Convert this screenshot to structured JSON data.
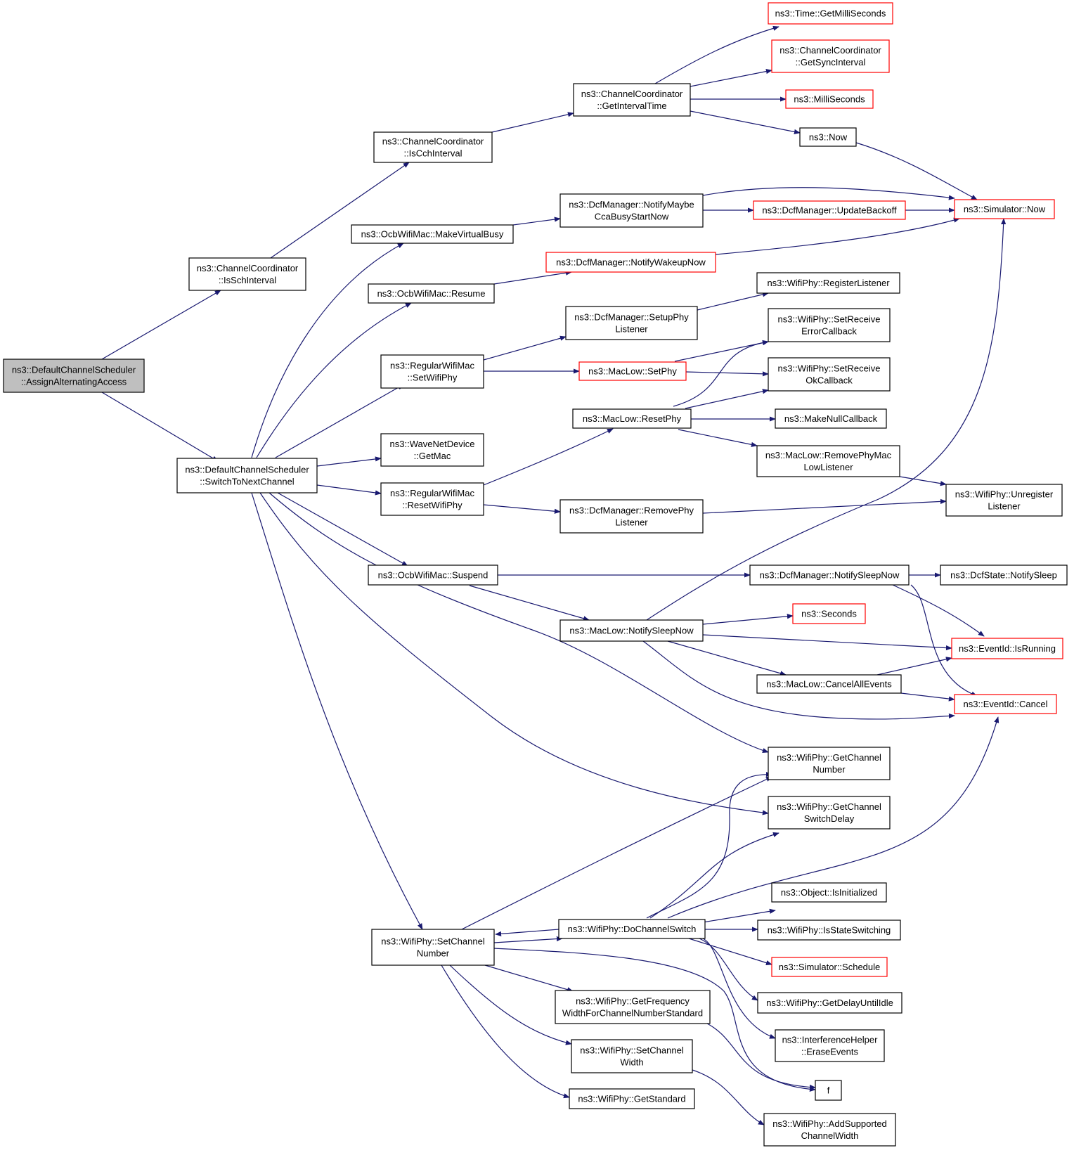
{
  "diagram": {
    "colors": {
      "edge": "#191970",
      "root_fill": "#bfbfbf",
      "border": "#000000",
      "truncated_border": "#ff0000",
      "background": "#ffffff"
    },
    "nodes": [
      {
        "id": "n0",
        "lines": [
          "ns3::DefaultChannelScheduler",
          "::AssignAlternatingAccess"
        ],
        "kind": "root"
      },
      {
        "id": "n1",
        "lines": [
          "ns3::ChannelCoordinator",
          "::IsSchInterval"
        ],
        "kind": "normal"
      },
      {
        "id": "n2",
        "lines": [
          "ns3::DefaultChannelScheduler",
          "::SwitchToNextChannel"
        ],
        "kind": "normal"
      },
      {
        "id": "n3",
        "lines": [
          "ns3::ChannelCoordinator",
          "::IsCchInterval"
        ],
        "kind": "normal"
      },
      {
        "id": "n4",
        "lines": [
          "ns3::ChannelCoordinator",
          "::GetIntervalTime"
        ],
        "kind": "normal"
      },
      {
        "id": "n5",
        "lines": [
          "ns3::Time::GetMilliSeconds"
        ],
        "kind": "truncated"
      },
      {
        "id": "n6",
        "lines": [
          "ns3::ChannelCoordinator",
          "::GetSyncInterval"
        ],
        "kind": "truncated"
      },
      {
        "id": "n7",
        "lines": [
          "ns3::MilliSeconds"
        ],
        "kind": "truncated"
      },
      {
        "id": "n8",
        "lines": [
          "ns3::Now"
        ],
        "kind": "normal"
      },
      {
        "id": "n9",
        "lines": [
          "ns3::Simulator::Now"
        ],
        "kind": "truncated"
      },
      {
        "id": "n10",
        "lines": [
          "ns3::OcbWifiMac::MakeVirtualBusy"
        ],
        "kind": "normal"
      },
      {
        "id": "n11",
        "lines": [
          "ns3::DcfManager::NotifyMaybe",
          "CcaBusyStartNow"
        ],
        "kind": "normal"
      },
      {
        "id": "n12",
        "lines": [
          "ns3::DcfManager::UpdateBackoff"
        ],
        "kind": "truncated"
      },
      {
        "id": "n13",
        "lines": [
          "ns3::OcbWifiMac::Resume"
        ],
        "kind": "normal"
      },
      {
        "id": "n14",
        "lines": [
          "ns3::DcfManager::NotifyWakeupNow"
        ],
        "kind": "truncated"
      },
      {
        "id": "n15",
        "lines": [
          "ns3::RegularWifiMac",
          "::SetWifiPhy"
        ],
        "kind": "normal"
      },
      {
        "id": "n16",
        "lines": [
          "ns3::DcfManager::SetupPhy",
          "Listener"
        ],
        "kind": "normal"
      },
      {
        "id": "n17",
        "lines": [
          "ns3::WifiPhy::RegisterListener"
        ],
        "kind": "normal"
      },
      {
        "id": "n18",
        "lines": [
          "ns3::MacLow::SetPhy"
        ],
        "kind": "truncated"
      },
      {
        "id": "n19",
        "lines": [
          "ns3::WifiPhy::SetReceive",
          "ErrorCallback"
        ],
        "kind": "normal"
      },
      {
        "id": "n20",
        "lines": [
          "ns3::WifiPhy::SetReceive",
          "OkCallback"
        ],
        "kind": "normal"
      },
      {
        "id": "n21",
        "lines": [
          "ns3::WaveNetDevice",
          "::GetMac"
        ],
        "kind": "normal"
      },
      {
        "id": "n22",
        "lines": [
          "ns3::RegularWifiMac",
          "::ResetWifiPhy"
        ],
        "kind": "normal"
      },
      {
        "id": "n23",
        "lines": [
          "ns3::MacLow::ResetPhy"
        ],
        "kind": "normal"
      },
      {
        "id": "n24",
        "lines": [
          "ns3::MakeNullCallback"
        ],
        "kind": "normal"
      },
      {
        "id": "n25",
        "lines": [
          "ns3::MacLow::RemovePhyMac",
          "LowListener"
        ],
        "kind": "normal"
      },
      {
        "id": "n26",
        "lines": [
          "ns3::WifiPhy::Unregister",
          "Listener"
        ],
        "kind": "normal"
      },
      {
        "id": "n27",
        "lines": [
          "ns3::DcfManager::RemovePhy",
          "Listener"
        ],
        "kind": "normal"
      },
      {
        "id": "n28",
        "lines": [
          "ns3::OcbWifiMac::Suspend"
        ],
        "kind": "normal"
      },
      {
        "id": "n29",
        "lines": [
          "ns3::DcfManager::NotifySleepNow"
        ],
        "kind": "normal"
      },
      {
        "id": "n30",
        "lines": [
          "ns3::DcfState::NotifySleep"
        ],
        "kind": "normal"
      },
      {
        "id": "n31",
        "lines": [
          "ns3::MacLow::NotifySleepNow"
        ],
        "kind": "normal"
      },
      {
        "id": "n32",
        "lines": [
          "ns3::Seconds"
        ],
        "kind": "truncated"
      },
      {
        "id": "n33",
        "lines": [
          "ns3::EventId::IsRunning"
        ],
        "kind": "truncated"
      },
      {
        "id": "n34",
        "lines": [
          "ns3::MacLow::CancelAllEvents"
        ],
        "kind": "normal"
      },
      {
        "id": "n35",
        "lines": [
          "ns3::EventId::Cancel"
        ],
        "kind": "truncated"
      },
      {
        "id": "n36",
        "lines": [
          "ns3::WifiPhy::GetChannel",
          "Number"
        ],
        "kind": "normal"
      },
      {
        "id": "n37",
        "lines": [
          "ns3::WifiPhy::GetChannel",
          "SwitchDelay"
        ],
        "kind": "normal"
      },
      {
        "id": "n38",
        "lines": [
          "ns3::Object::IsInitialized"
        ],
        "kind": "normal"
      },
      {
        "id": "n39",
        "lines": [
          "ns3::WifiPhy::SetChannel",
          "Number"
        ],
        "kind": "normal"
      },
      {
        "id": "n40",
        "lines": [
          "ns3::WifiPhy::DoChannelSwitch"
        ],
        "kind": "normal"
      },
      {
        "id": "n41",
        "lines": [
          "ns3::WifiPhy::IsStateSwitching"
        ],
        "kind": "normal"
      },
      {
        "id": "n42",
        "lines": [
          "ns3::Simulator::Schedule"
        ],
        "kind": "truncated"
      },
      {
        "id": "n43",
        "lines": [
          "ns3::WifiPhy::GetFrequency",
          "WidthForChannelNumberStandard"
        ],
        "kind": "normal"
      },
      {
        "id": "n44",
        "lines": [
          "ns3::WifiPhy::GetDelayUntilIdle"
        ],
        "kind": "normal"
      },
      {
        "id": "n45",
        "lines": [
          "ns3::InterferenceHelper",
          "::EraseEvents"
        ],
        "kind": "normal"
      },
      {
        "id": "n46",
        "lines": [
          "ns3::WifiPhy::SetChannel",
          "Width"
        ],
        "kind": "normal"
      },
      {
        "id": "n47",
        "lines": [
          "f"
        ],
        "kind": "normal"
      },
      {
        "id": "n48",
        "lines": [
          "ns3::WifiPhy::GetStandard"
        ],
        "kind": "normal"
      },
      {
        "id": "n49",
        "lines": [
          "ns3::WifiPhy::AddSupported",
          "ChannelWidth"
        ],
        "kind": "normal"
      }
    ]
  }
}
